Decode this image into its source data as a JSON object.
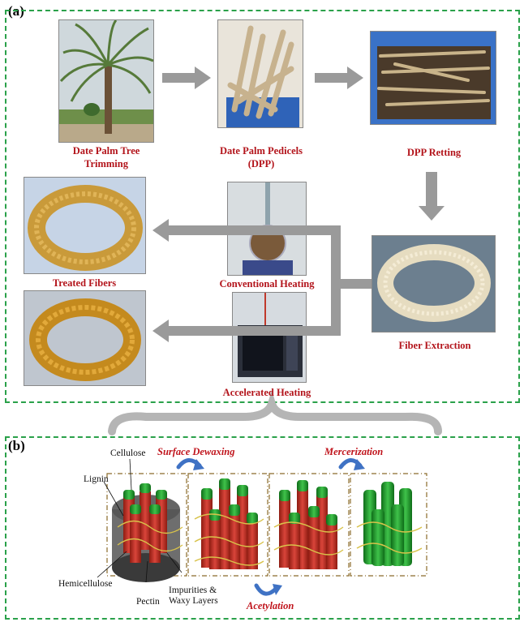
{
  "panel_a": {
    "label": "(a)",
    "captions": {
      "trimming": [
        "Date Palm Tree",
        "Trimming"
      ],
      "pedicels": [
        "Date Palm Pedicels",
        "(DPP)"
      ],
      "retting": [
        "DPP Retting"
      ],
      "extraction": [
        "Fiber Extraction"
      ],
      "treated": [
        "Treated Fibers"
      ],
      "conventional": [
        "Conventional Heating"
      ],
      "accelerated": [
        "Accelerated Heating"
      ]
    }
  },
  "panel_b": {
    "label": "(b)",
    "labels": {
      "cellulose": "Cellulose",
      "lignin": "Lignin",
      "hemicellulose": "Hemicellulose",
      "pectin": "Pectin",
      "impurities": [
        "Impurities &",
        "Waxy Layers"
      ]
    },
    "processes": {
      "dewaxing": "Surface Dewaxing",
      "mercerization": "Mercerization",
      "acetylation": "Acetylation"
    }
  },
  "colors": {
    "panel_border": "#2aa14a",
    "caption_red": "#b3141b",
    "arrow_gray": "#9a9a9a",
    "process_arrow_blue": "#3f72c4",
    "cellulose_green": "#1f9a2a",
    "hemicellulose_red": "#c0392b",
    "lignin_gray": "#5a5a5a"
  }
}
